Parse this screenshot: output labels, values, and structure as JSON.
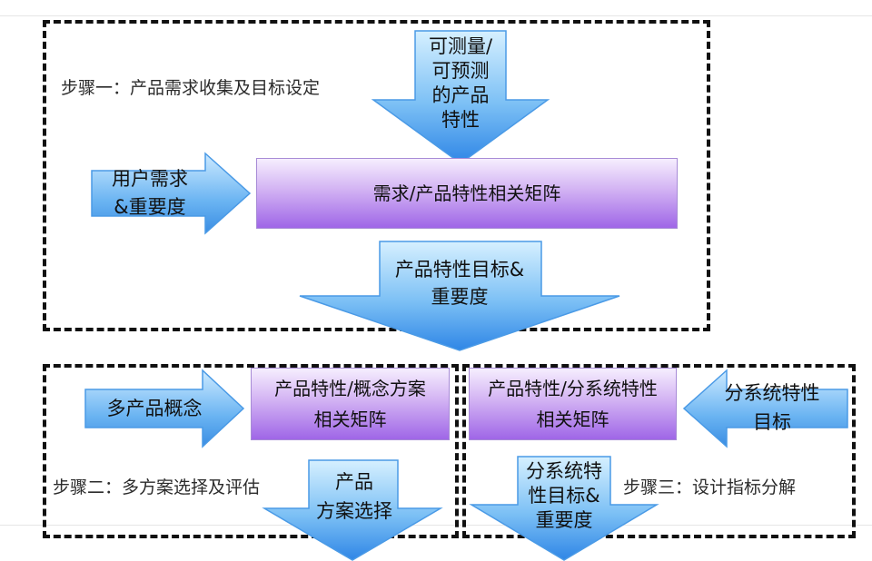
{
  "steps": {
    "step1": "步骤一：产品需求收集及目标设定",
    "step2": "步骤二：多方案选择及评估",
    "step3": "步骤三：设计指标分解"
  },
  "arrows": {
    "measurable": "可测量/\n可预测\n的产品\n特性",
    "user_needs": "用户需求\n&重要度",
    "product_targets": "产品特性目标&\n重要度",
    "multi_concepts": "多产品概念",
    "product_solution": "产品\n方案选择",
    "subsystem_targets_in": "分系统特性\n目标",
    "subsystem_targets_out": "分系统特\n性目标&\n重要度"
  },
  "boxes": {
    "needs_matrix": "需求/产品特性相关矩阵",
    "concept_matrix": "产品特性/概念方案\n相关矩阵",
    "subsystem_matrix": "产品特性/分系统特性\n相关矩阵"
  },
  "colors": {
    "arrow_light": "#d6f0ff",
    "arrow_dark": "#2f86e6",
    "box_light": "#f6eefe",
    "box_dark": "#9f66e7",
    "dash_border": "#111111"
  }
}
